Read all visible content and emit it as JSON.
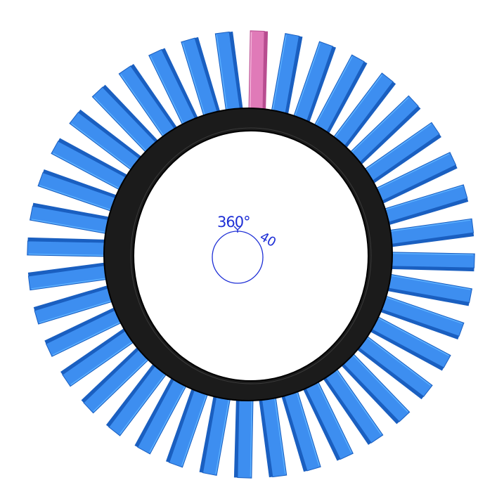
{
  "annotation": {
    "angle_label": "360°",
    "count_label": "40",
    "color": "#1e2fd6"
  },
  "pattern": {
    "instance_count": 40,
    "total_angle_deg": 360
  },
  "colors": {
    "blade": "#3d8ef0",
    "blade_edge": "#1a5fc0",
    "blade_highlight": "#5cb0ff",
    "blade_selected": "#e07ab8",
    "blade_selected_edge": "#b84d90",
    "hub": "#1b1b1b",
    "hub_edge": "#000000",
    "background": "#ffffff"
  },
  "icons": {
    "rotation_handle": "circular-pattern-handle-icon"
  }
}
